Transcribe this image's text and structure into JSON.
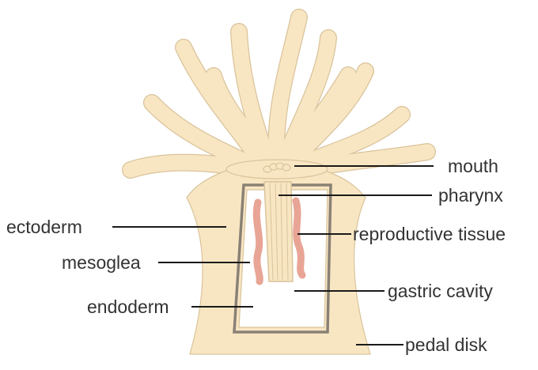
{
  "labels": {
    "mouth": "mouth",
    "pharynx": "pharynx",
    "ectoderm": "ectoderm",
    "reproductive_tissue": "reproductive tissue",
    "mesoglea": "mesoglea",
    "gastric_cavity": "gastric cavity",
    "endoderm": "endoderm",
    "pedal_disk": "pedal disk"
  },
  "colors": {
    "body": "#f8e6c3",
    "outline": "#d9c39a",
    "mesoglea": "#8a8175",
    "reproductive": "#e8a595",
    "leader": "#1a1a1a",
    "text": "#333333"
  }
}
